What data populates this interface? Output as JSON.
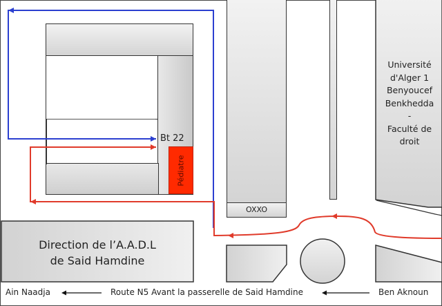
{
  "map": {
    "building_label": "Bt 22",
    "pediatre_label": "Pédiatre",
    "oxxo_label": "OXXO",
    "university_label": [
      "Université",
      "d'Alger 1",
      "Benyoucef",
      "Benkhedda",
      "-",
      "Faculté de",
      "droit"
    ],
    "aadl_label": [
      "Direction de l’A.A.D.L",
      "de Said Hamdine"
    ],
    "road": {
      "left": "Ain Naadja",
      "center": "Route N5 Avant la passerelle de Said Hamdine",
      "right": "Ben Aknoun"
    },
    "colors": {
      "blue_route": "#2b3fd0",
      "red_route": "#e03a2a",
      "pediatre": "#ff2a00"
    }
  }
}
